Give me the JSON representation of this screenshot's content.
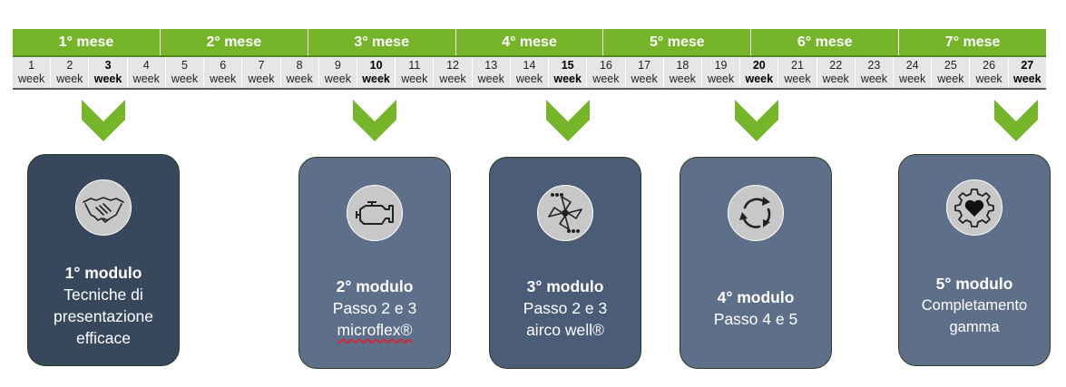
{
  "months": [
    "1° mese",
    "2° mese",
    "3° mese",
    "4° mese",
    "5° mese",
    "6° mese",
    "7° mese"
  ],
  "week_label": "week",
  "weeks": [
    {
      "n": "1",
      "bold": false
    },
    {
      "n": "2",
      "bold": false
    },
    {
      "n": "3",
      "bold": true
    },
    {
      "n": "4",
      "bold": false
    },
    {
      "n": "5",
      "bold": false
    },
    {
      "n": "6",
      "bold": false
    },
    {
      "n": "7",
      "bold": false
    },
    {
      "n": "8",
      "bold": false
    },
    {
      "n": "9",
      "bold": false
    },
    {
      "n": "10",
      "bold": true
    },
    {
      "n": "11",
      "bold": false
    },
    {
      "n": "12",
      "bold": false
    },
    {
      "n": "13",
      "bold": false
    },
    {
      "n": "14",
      "bold": false
    },
    {
      "n": "15",
      "bold": true
    },
    {
      "n": "16",
      "bold": false
    },
    {
      "n": "17",
      "bold": false
    },
    {
      "n": "18",
      "bold": false
    },
    {
      "n": "19",
      "bold": false
    },
    {
      "n": "20",
      "bold": true
    },
    {
      "n": "21",
      "bold": false
    },
    {
      "n": "22",
      "bold": false
    },
    {
      "n": "23",
      "bold": false
    },
    {
      "n": "24",
      "bold": false
    },
    {
      "n": "25",
      "bold": false
    },
    {
      "n": "26",
      "bold": false
    },
    {
      "n": "27",
      "bold": true
    }
  ],
  "colors": {
    "green": "#76b52a",
    "week_bg": "#e6e6e6",
    "card_dark": "#37475c",
    "card_mid": "#4a5c76",
    "card_light": "#5e6f8a",
    "icon_bg": "#c8c8c8"
  },
  "modules": [
    {
      "title": "1° modulo",
      "lines": [
        "Tecniche di",
        "presentazione",
        "efficace"
      ],
      "icon": "handshake-icon"
    },
    {
      "title": "2° modulo",
      "lines": [
        "Passo 2 e 3",
        "microflex®"
      ],
      "icon": "engine-icon"
    },
    {
      "title": "3° modulo",
      "lines": [
        "Passo 2 e 3",
        "airco well®"
      ],
      "icon": "fan-icon"
    },
    {
      "title": "4° modulo",
      "lines": [
        "Passo 4 e 5"
      ],
      "icon": "cycle-arrows-icon"
    },
    {
      "title": "5° modulo",
      "lines": [
        "Completamento",
        "gamma"
      ],
      "icon": "gear-heart-icon"
    }
  ]
}
